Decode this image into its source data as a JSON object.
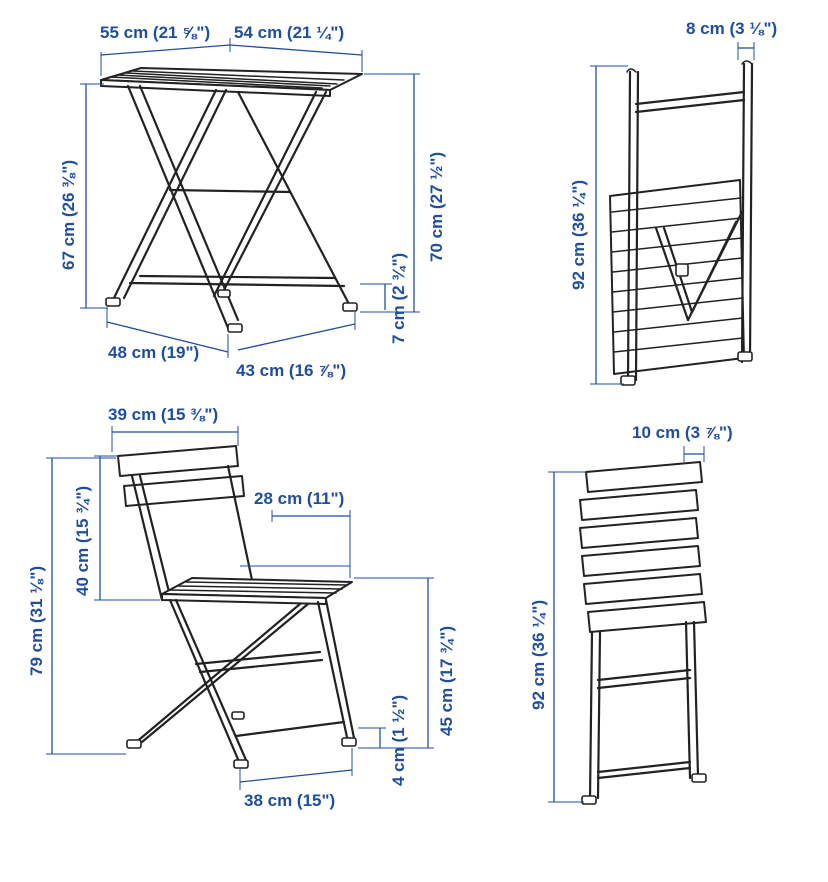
{
  "diagram": {
    "table_front": {
      "width": "55 cm (21 ⅝\")",
      "depth": "54 cm (21 ¼\")",
      "frame_height": "67 cm (26 ⅜\")",
      "total_height": "70 cm (27 ½\")",
      "foot_height": "7 cm (2 ¾\")",
      "base_width": "48 cm (19\")",
      "base_depth": "43 cm (16 ⅞\")"
    },
    "table_folded": {
      "thickness": "8 cm (3 ⅛\")",
      "height": "92 cm (36 ¼\")"
    },
    "chair_front": {
      "backrest_width": "39 cm (15 ⅜\")",
      "seat_depth": "28 cm (11\")",
      "backrest_height": "40 cm (15 ¾\")",
      "total_height": "79 cm (31 ⅛\")",
      "seat_height": "45 cm (17 ¾\")",
      "foot_height": "4 cm (1 ½\")",
      "base_width": "38 cm (15\")"
    },
    "chair_folded": {
      "thickness": "10 cm (3 ⅞\")",
      "height": "92 cm (36 ¼\")"
    }
  }
}
